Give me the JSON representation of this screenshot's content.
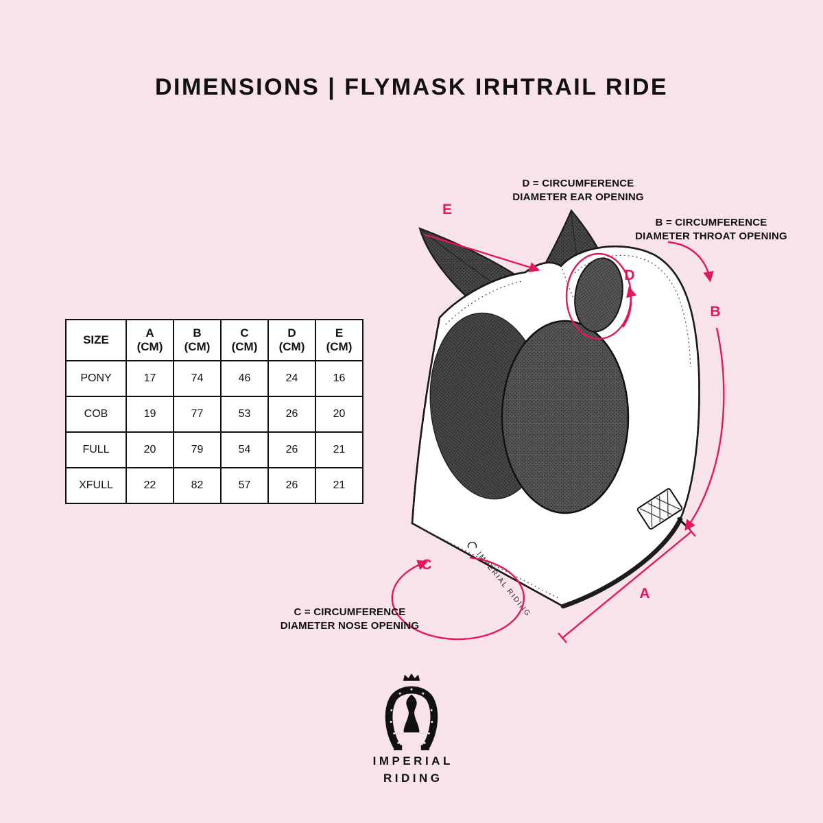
{
  "page": {
    "title": "DIMENSIONS | FLYMASK IRHTRAIL RIDE"
  },
  "colors": {
    "background": "#f8e4e8",
    "accent": "#e4175c",
    "line": "#1a1a1a"
  },
  "size_table": {
    "headers": [
      {
        "label": "SIZE",
        "unit": ""
      },
      {
        "label": "A",
        "unit": "(CM)"
      },
      {
        "label": "B",
        "unit": "(CM)"
      },
      {
        "label": "C",
        "unit": "(CM)"
      },
      {
        "label": "D",
        "unit": "(CM)"
      },
      {
        "label": "E",
        "unit": "(CM)"
      }
    ],
    "rows": [
      {
        "size": "PONY",
        "a": "17",
        "b": "74",
        "c": "46",
        "d": "24",
        "e": "16"
      },
      {
        "size": "COB",
        "a": "19",
        "b": "77",
        "c": "53",
        "d": "26",
        "e": "20"
      },
      {
        "size": "FULL",
        "a": "20",
        "b": "79",
        "c": "54",
        "d": "26",
        "e": "21"
      },
      {
        "size": "XFULL",
        "a": "22",
        "b": "82",
        "c": "57",
        "d": "26",
        "e": "21"
      }
    ]
  },
  "diagram": {
    "annotations": {
      "ear": {
        "line1": "D = CIRCUMFERENCE",
        "line2": "DIAMETER EAR OPENING"
      },
      "throat": {
        "line1": "B = CIRCUMFERENCE",
        "line2": "DIAMETER THROAT OPENING"
      },
      "nose": {
        "line1": "C = CIRCUMFERENCE",
        "line2": "DIAMETER NOSE OPENING"
      }
    },
    "letters": {
      "a": "A",
      "b": "B",
      "c": "C",
      "d": "D",
      "e": "E"
    },
    "mask_label": "IMPERIAL RIDING"
  },
  "logo": {
    "line1": "IMPERIAL",
    "line2": "RIDING"
  }
}
